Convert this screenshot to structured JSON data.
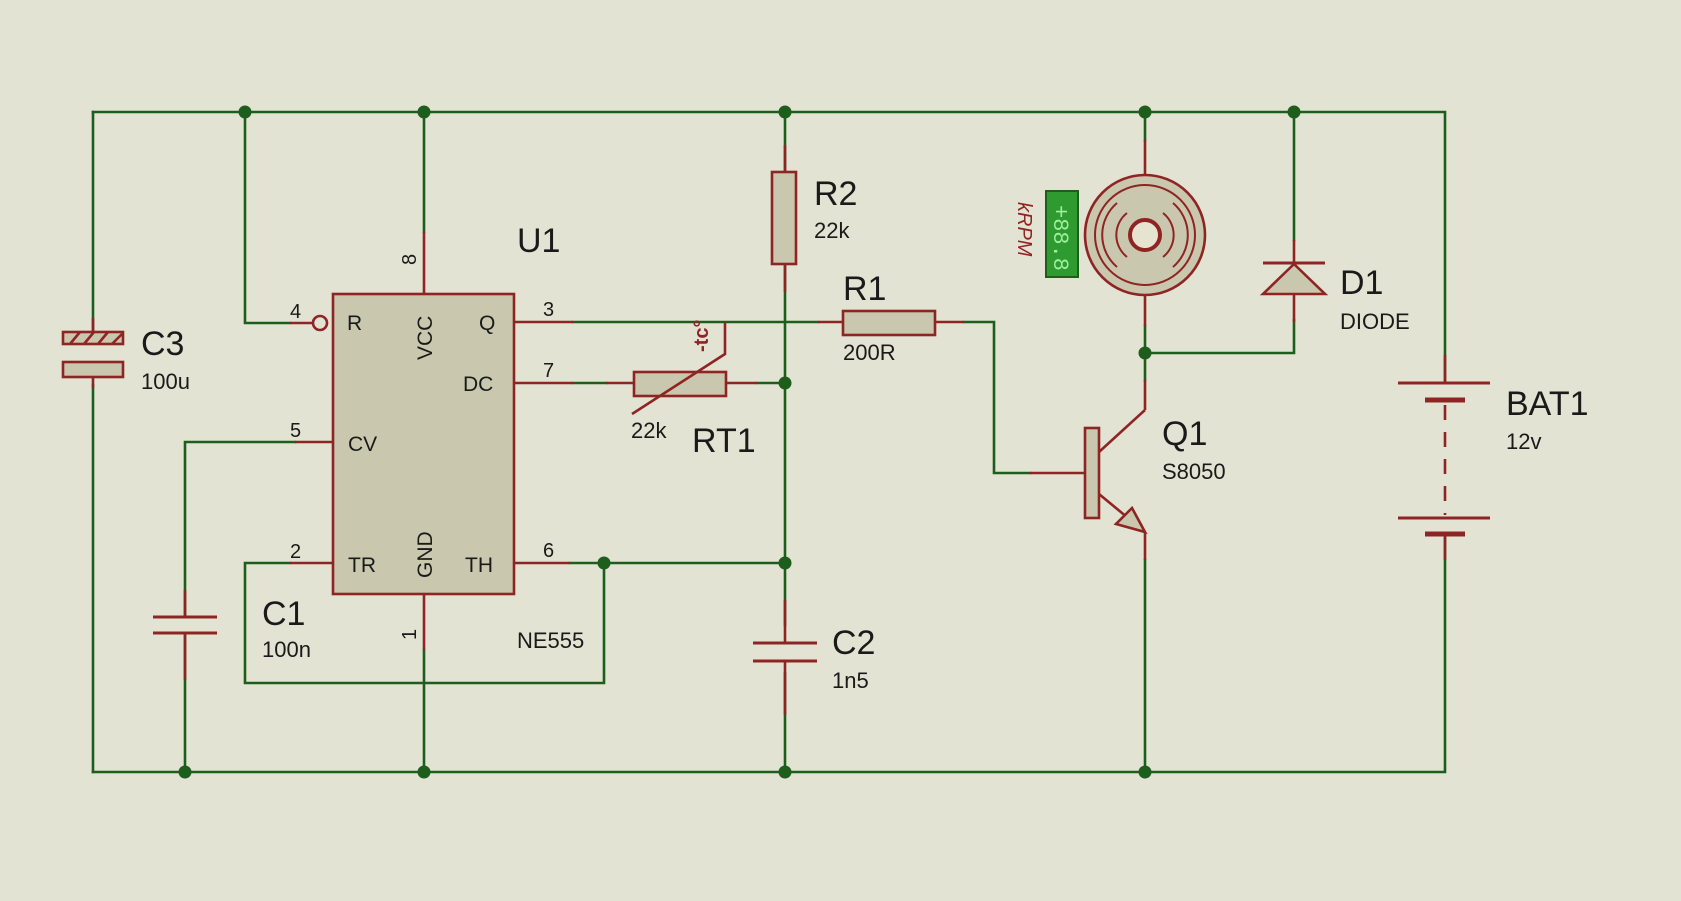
{
  "components": {
    "u1": {
      "ref": "U1",
      "value": "NE555",
      "pins": {
        "reset": {
          "name": "R",
          "num": "4"
        },
        "vcc": {
          "name": "VCC",
          "num": "8"
        },
        "q": {
          "name": "Q",
          "num": "3"
        },
        "dc": {
          "name": "DC",
          "num": "7"
        },
        "cv": {
          "name": "CV",
          "num": "5"
        },
        "tr": {
          "name": "TR",
          "num": "2"
        },
        "gnd": {
          "name": "GND",
          "num": "1"
        },
        "th": {
          "name": "TH",
          "num": "6"
        }
      }
    },
    "r2": {
      "ref": "R2",
      "value": "22k"
    },
    "r1": {
      "ref": "R1",
      "value": "200R"
    },
    "rt1": {
      "ref": "RT1",
      "value": "22k",
      "symbol": "-tc°"
    },
    "c3": {
      "ref": "C3",
      "value": "100u"
    },
    "c1": {
      "ref": "C1",
      "value": "100n"
    },
    "c2": {
      "ref": "C2",
      "value": "1n5"
    },
    "d1": {
      "ref": "D1",
      "value": "DIODE"
    },
    "q1": {
      "ref": "Q1",
      "value": "S8050"
    },
    "bat1": {
      "ref": "BAT1",
      "value": "12v"
    },
    "motor": {
      "display": "+88.8",
      "unit": "kRPM"
    }
  },
  "colors": {
    "background": "#e2e3d2",
    "wire": "#1d5e1d",
    "component_outline": "#8e2424",
    "component_fill": "#c9c7ad",
    "text": "#1a1a1a",
    "display_bg": "#2f9a2f",
    "display_text": "#9cf09c"
  }
}
